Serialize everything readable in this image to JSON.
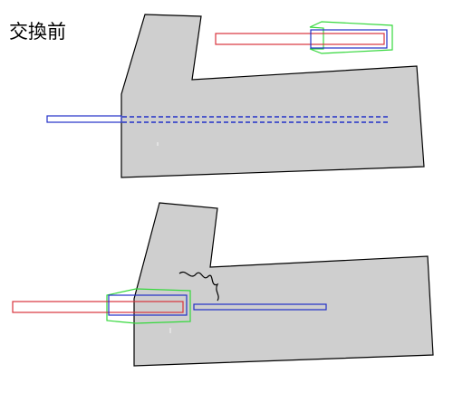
{
  "title": "交換前",
  "colors": {
    "block_fill": "#cfcfcf",
    "block_stroke": "#000000",
    "red_tube": "#d8343c",
    "blue_tube": "#2230c8",
    "green_connector": "#35d83c",
    "squiggle": "#000000"
  },
  "scenes": [
    {
      "name": "before",
      "blue_tube_state": "inserted",
      "squiggle": false
    },
    {
      "name": "after",
      "blue_tube_state": "pulled-out",
      "squiggle": true
    }
  ]
}
